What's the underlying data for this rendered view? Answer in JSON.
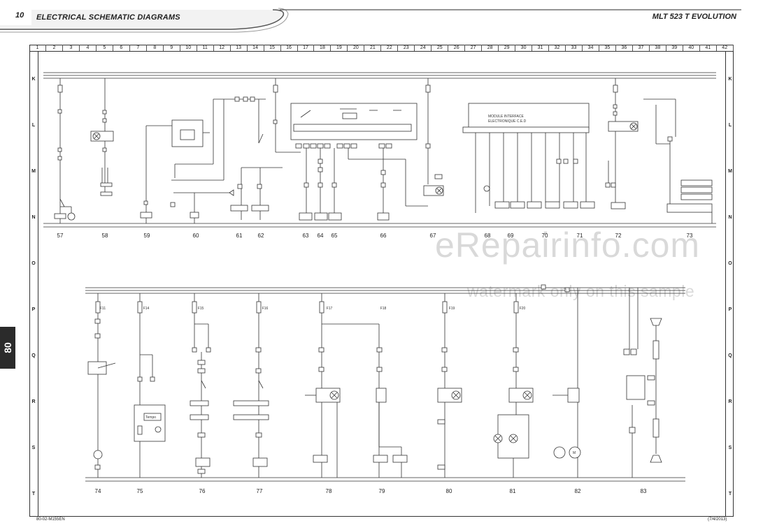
{
  "header": {
    "page_number": "10",
    "section_title": "ELECTRICAL SCHEMATIC DIAGRAMS",
    "model": "MLT 523 T EVOLUTION"
  },
  "side_tab": "80",
  "grid": {
    "columns": [
      "1",
      "2",
      "3",
      "4",
      "5",
      "6",
      "7",
      "8",
      "9",
      "10",
      "11",
      "12",
      "13",
      "14",
      "15",
      "16",
      "17",
      "18",
      "19",
      "20",
      "21",
      "22",
      "23",
      "24",
      "25",
      "26",
      "27",
      "28",
      "29",
      "30",
      "31",
      "32",
      "33",
      "34",
      "35",
      "36",
      "37",
      "38",
      "39",
      "40",
      "41",
      "42"
    ],
    "rows": [
      "K",
      "L",
      "M",
      "N",
      "O",
      "P",
      "Q",
      "R",
      "S",
      "T"
    ]
  },
  "circuits_top": [
    "57",
    "58",
    "59",
    "60",
    "61",
    "62",
    "63",
    "64",
    "65",
    "66",
    "67",
    "68",
    "69",
    "70",
    "71",
    "72",
    "73"
  ],
  "circuits_bottom": [
    "74",
    "75",
    "76",
    "77",
    "78",
    "79",
    "80",
    "81",
    "82",
    "83"
  ],
  "fuses_bottom": [
    "F11",
    "F14",
    "F15",
    "F16",
    "F17",
    "F18",
    "F19",
    "F20"
  ],
  "components": {
    "module_line1": "MODULE INTERFACE",
    "module_line2": "ELECTRONIQUE C.E.D",
    "tempo": "Tempo",
    "horn_motor": "M"
  },
  "watermark": {
    "main": "eRepairinfo.com",
    "sub": "watermark only on this sample"
  },
  "footer": {
    "doc_ref": "80-02-M155EN",
    "date": "(7/4/2013)"
  }
}
